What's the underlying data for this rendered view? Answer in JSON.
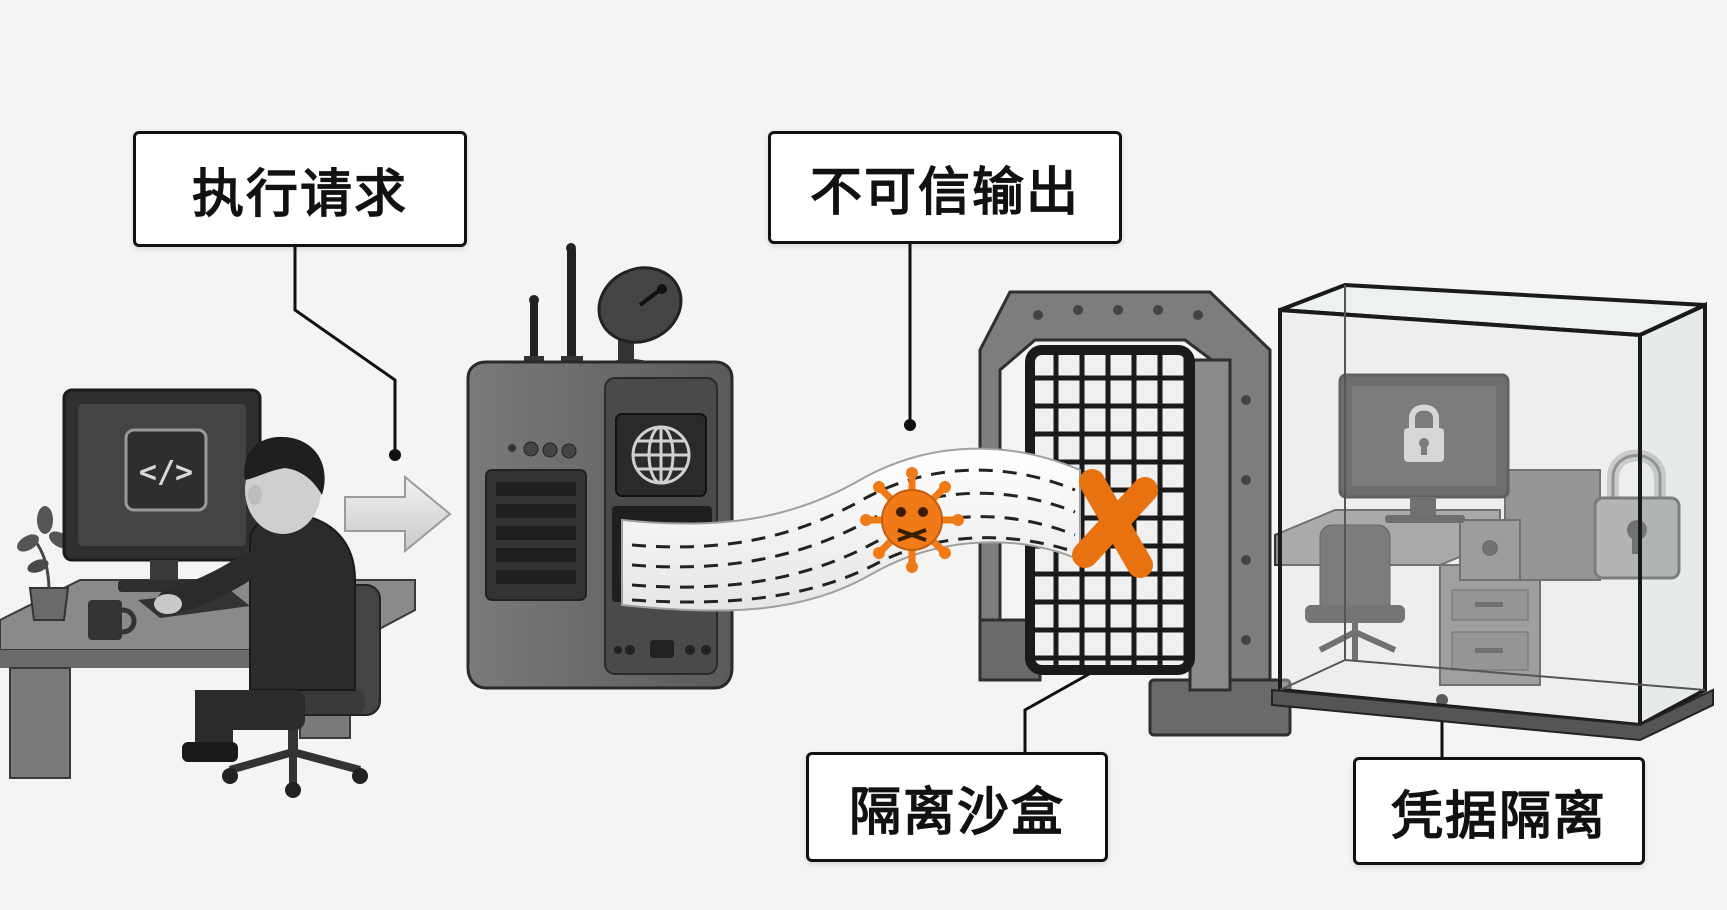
{
  "labels": {
    "execution_request": "执行请求",
    "untrusted_output": "不可信输出",
    "isolation_sandbox": "隔离沙盒",
    "credential_isolation": "凭据隔离"
  },
  "monitor_code_glyph": "</>",
  "colors": {
    "background": "#f4f4f2",
    "outline": "#111111",
    "device_gray": "#6f6f6f",
    "dark_gray": "#3a3a3a",
    "threat_orange": "#f07a18",
    "glass": "#dfe5e8"
  },
  "icons": [
    "code-icon",
    "globe-icon",
    "satellite-dish-icon",
    "virus-icon",
    "block-x-icon",
    "padlock-icon",
    "arrow-right-icon",
    "plant-icon",
    "mug-icon"
  ]
}
